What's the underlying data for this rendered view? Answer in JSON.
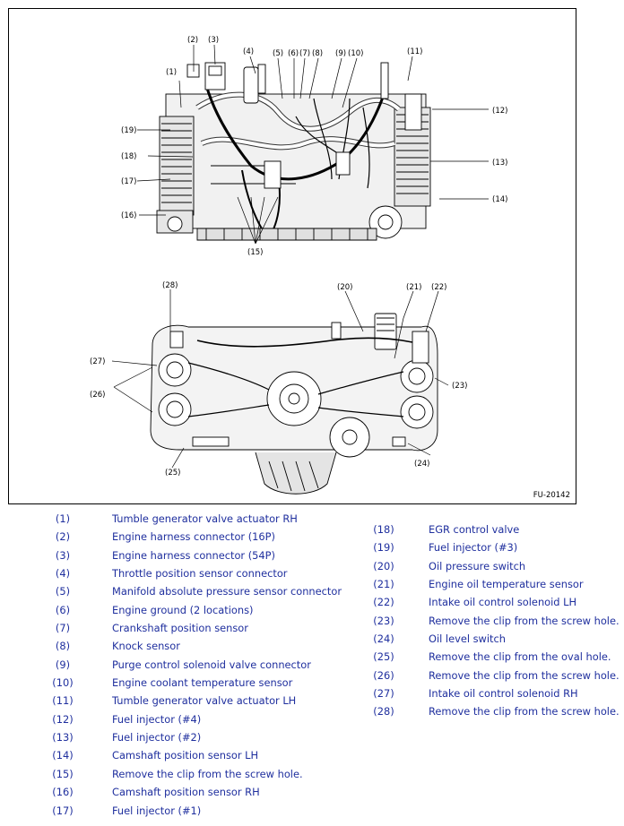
{
  "figure": {
    "id": "FU-20142",
    "callouts_top": [
      "(1)",
      "(2)",
      "(3)",
      "(4)",
      "(5)",
      "(6)",
      "(7)",
      "(8)",
      "(9)",
      "(10)",
      "(11)",
      "(12)",
      "(13)",
      "(14)",
      "(15)",
      "(16)",
      "(17)",
      "(18)",
      "(19)"
    ],
    "callouts_bottom": [
      "(20)",
      "(21)",
      "(22)",
      "(23)",
      "(24)",
      "(25)",
      "(26)",
      "(27)",
      "(28)"
    ]
  },
  "legend_left": [
    {
      "num": "(1)",
      "label": "Tumble generator valve actuator RH"
    },
    {
      "num": "(2)",
      "label": "Engine harness connector (16P)"
    },
    {
      "num": "(3)",
      "label": "Engine harness connector (54P)"
    },
    {
      "num": "(4)",
      "label": "Throttle position sensor connector"
    },
    {
      "num": "(5)",
      "label": "Manifold absolute pressure sensor connector"
    },
    {
      "num": "(6)",
      "label": "Engine ground (2 locations)"
    },
    {
      "num": "(7)",
      "label": "Crankshaft position sensor"
    },
    {
      "num": "(8)",
      "label": "Knock sensor"
    },
    {
      "num": "(9)",
      "label": "Purge control solenoid valve connector"
    },
    {
      "num": "(10)",
      "label": "Engine coolant temperature sensor"
    },
    {
      "num": "(11)",
      "label": "Tumble generator valve actuator LH"
    },
    {
      "num": "(12)",
      "label": "Fuel injector (#4)"
    },
    {
      "num": "(13)",
      "label": "Fuel injector (#2)"
    },
    {
      "num": "(14)",
      "label": "Camshaft position sensor LH"
    },
    {
      "num": "(15)",
      "label": "Remove the clip from the screw hole."
    },
    {
      "num": "(16)",
      "label": "Camshaft position sensor RH"
    },
    {
      "num": "(17)",
      "label": "Fuel injector (#1)"
    }
  ],
  "legend_right": [
    {
      "num": "(18)",
      "label": "EGR control valve"
    },
    {
      "num": "(19)",
      "label": "Fuel injector (#3)"
    },
    {
      "num": "(20)",
      "label": "Oil pressure switch"
    },
    {
      "num": "(21)",
      "label": "Engine oil temperature sensor"
    },
    {
      "num": "(22)",
      "label": "Intake oil control solenoid LH"
    },
    {
      "num": "(23)",
      "label": "Remove the clip from the screw hole."
    },
    {
      "num": "(24)",
      "label": "Oil level switch"
    },
    {
      "num": "(25)",
      "label": "Remove the clip from the oval hole."
    },
    {
      "num": "(26)",
      "label": "Remove the clip from the screw hole."
    },
    {
      "num": "(27)",
      "label": "Intake oil control solenoid RH"
    },
    {
      "num": "(28)",
      "label": "Remove the clip from the screw hole."
    }
  ]
}
